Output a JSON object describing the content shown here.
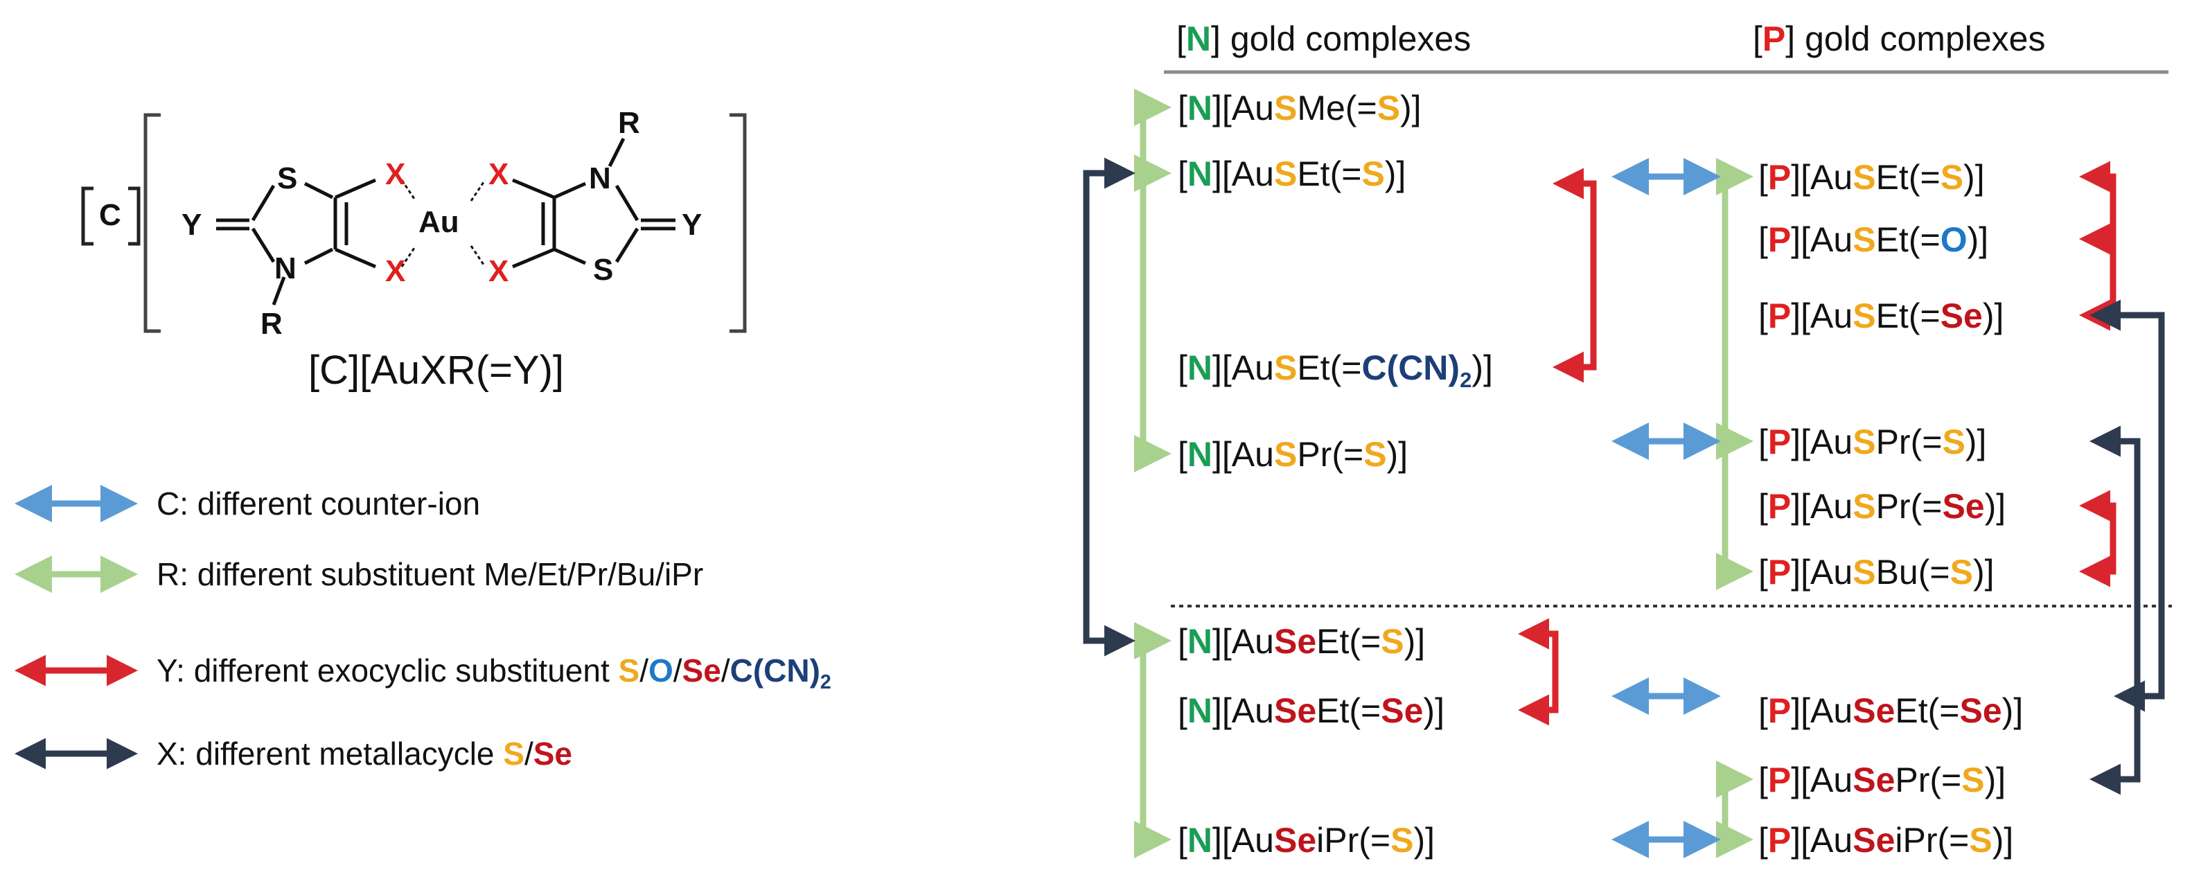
{
  "structure": {
    "counter_ion": "C",
    "ring_atoms": {
      "S": "S",
      "N": "N",
      "X": "X",
      "Au": "Au",
      "Y": "Y",
      "R": "R"
    },
    "formula": "[C][AuXR(=Y)]"
  },
  "legend": [
    {
      "key": "C",
      "text": "C: different counter-ion",
      "color": "#5b9bd5"
    },
    {
      "key": "R",
      "text": "R: different substituent Me/Et/Pr/Bu/iPr",
      "color": "#a9d18e"
    },
    {
      "key": "Y",
      "text_prefix": "Y: different exocyclic substituent ",
      "parts": [
        "S",
        "/",
        "O",
        "/",
        "Se",
        "/",
        "C(CN)",
        "2"
      ],
      "color": "#d9262e"
    },
    {
      "key": "X",
      "text_prefix": "X: different metallacycle ",
      "parts": [
        "S",
        "/",
        "Se"
      ],
      "color": "#2e3b4e"
    }
  ],
  "headers": {
    "n_title_bracket_open": "[",
    "n_title_letter": "N",
    "n_title_bracket_close": "]",
    "n_title_rest": " gold complexes",
    "p_title_bracket_open": "[",
    "p_title_letter": "P",
    "p_title_bracket_close": "]",
    "p_title_rest": " gold complexes"
  },
  "n_complexes": [
    {
      "id": "n1",
      "x": "S",
      "r": "Me",
      "y": "S"
    },
    {
      "id": "n2",
      "x": "S",
      "r": "Et",
      "y": "S"
    },
    {
      "id": "n3",
      "x": "S",
      "r": "Et",
      "y": "C(CN)",
      "y_sub": "2"
    },
    {
      "id": "n4",
      "x": "S",
      "r": "Pr",
      "y": "S"
    },
    {
      "id": "n5",
      "x": "Se",
      "r": "Et",
      "y": "S"
    },
    {
      "id": "n6",
      "x": "Se",
      "r": "Et",
      "y": "Se"
    },
    {
      "id": "n7",
      "x": "Se",
      "r": "iPr",
      "y": "S"
    }
  ],
  "p_complexes": [
    {
      "id": "p1",
      "x": "S",
      "r": "Et",
      "y": "S"
    },
    {
      "id": "p2",
      "x": "S",
      "r": "Et",
      "y": "O"
    },
    {
      "id": "p3",
      "x": "S",
      "r": "Et",
      "y": "Se"
    },
    {
      "id": "p4",
      "x": "S",
      "r": "Pr",
      "y": "S"
    },
    {
      "id": "p5",
      "x": "S",
      "r": "Pr",
      "y": "Se"
    },
    {
      "id": "p6",
      "x": "S",
      "r": "Bu",
      "y": "S"
    },
    {
      "id": "p7",
      "x": "Se",
      "r": "Et",
      "y": "Se"
    },
    {
      "id": "p8",
      "x": "Se",
      "r": "Pr",
      "y": "S"
    },
    {
      "id": "p9",
      "x": "Se",
      "r": "iPr",
      "y": "S"
    }
  ],
  "colors": {
    "counter_ion_arrow": "#5b9bd5",
    "substituent_arrow": "#a9d18e",
    "exocyclic_arrow": "#d9262e",
    "metallacycle_arrow": "#2e3b4e",
    "n_letter": "#1a9e55",
    "p_letter": "#e02020",
    "sulfur": "#f0a81c",
    "oxygen": "#1e78c8",
    "selenium": "#c0141c",
    "dicyano": "#1c3f78",
    "x_atom": "#e02020"
  }
}
